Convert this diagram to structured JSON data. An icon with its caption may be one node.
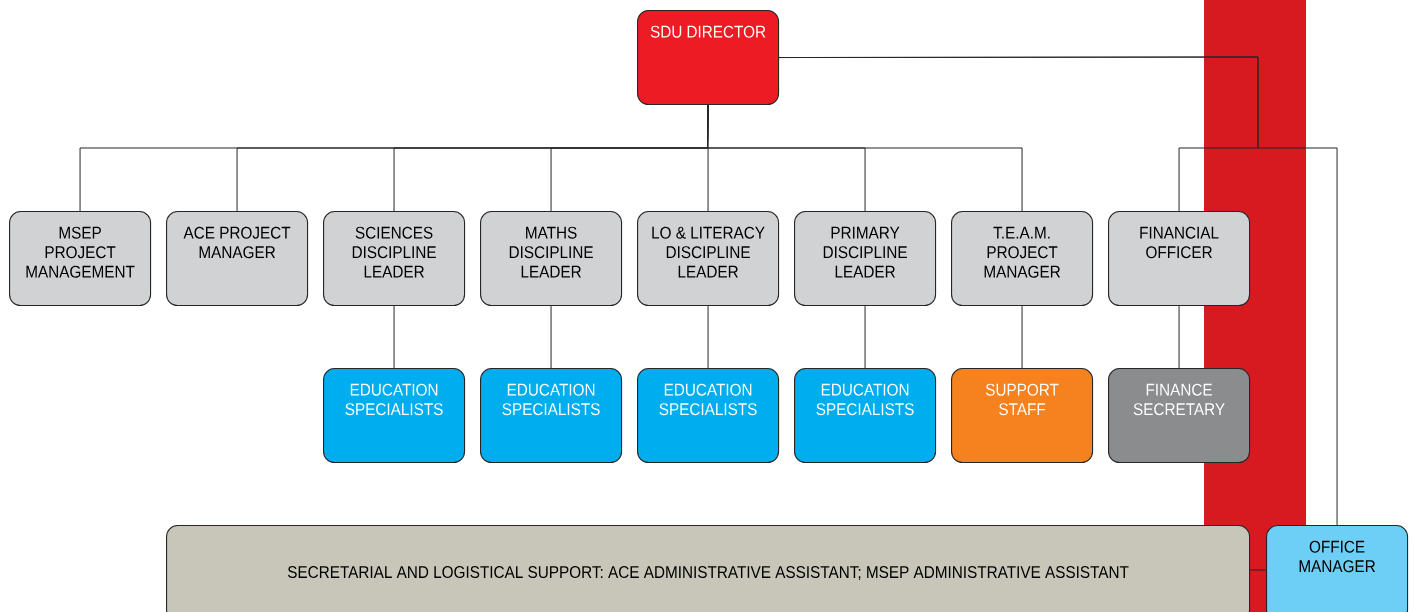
{
  "diagram": {
    "nodes": [
      {
        "text": [
          "SDU DIRECTOR"
        ]
      },
      {
        "text": [
          "MSEP PROJECT MANAGEMENT"
        ]
      },
      {
        "text": [
          "ACE PROJECT MANAGER"
        ]
      },
      {
        "text": [
          "SCIENCES DISCIPLINE LEADER"
        ]
      },
      {
        "text": [
          "MATHS DISCIPLINE LEADER"
        ]
      },
      {
        "text": [
          "LO & LITERACY DISCIPLINE LEADER"
        ]
      },
      {
        "text": [
          "PRIMARY DISCIPLINE LEADER"
        ]
      },
      {
        "text": [
          "T.E.A.M. PROJECT MANAGER"
        ]
      },
      {
        "text": [
          "FINANCIAL OFFICER"
        ]
      },
      {
        "text": [
          "EDUCATION SPECIALISTS"
        ]
      },
      {
        "text": [
          "EDUCATION SPECIALISTS"
        ]
      },
      {
        "text": [
          "EDUCATION SPECIALISTS"
        ]
      },
      {
        "text": [
          "EDUCATION SPECIALISTS"
        ]
      },
      {
        "text": [
          "SUPPORT STAFF"
        ]
      },
      {
        "text": [
          "FINANCE SECRETARY"
        ]
      },
      {
        "text": [
          "SECRETARIAL AND LOGISTICAL SUPPORT: ACE ADMINISTRATIVE ASSISTANT; MSEP ADMINISTRATIVE ASSISTANT"
        ]
      },
      {
        "text": [
          "OFFICE MANAGER"
        ]
      }
    ],
    "edges": [
      {
        "from": 0,
        "to": 1,
        "arrow": "none"
      },
      {
        "from": 0,
        "to": 2,
        "arrow": "none"
      },
      {
        "from": 0,
        "to": 3,
        "arrow": "none"
      },
      {
        "from": 0,
        "to": 4,
        "arrow": "none"
      },
      {
        "from": 0,
        "to": 5,
        "arrow": "none"
      },
      {
        "from": 0,
        "to": 6,
        "arrow": "none"
      },
      {
        "from": 0,
        "to": 7,
        "arrow": "none"
      },
      {
        "from": 0,
        "to": 8,
        "arrow": "none"
      },
      {
        "from": 0,
        "to": 16,
        "arrow": "none"
      },
      {
        "from": 3,
        "to": 9,
        "arrow": "none"
      },
      {
        "from": 4,
        "to": 10,
        "arrow": "none"
      },
      {
        "from": 5,
        "to": 11,
        "arrow": "none"
      },
      {
        "from": 6,
        "to": 12,
        "arrow": "none"
      },
      {
        "from": 7,
        "to": 13,
        "arrow": "none"
      },
      {
        "from": 8,
        "to": 14,
        "arrow": "none"
      },
      {
        "from": 15,
        "to": 16,
        "arrow": "none"
      }
    ]
  }
}
